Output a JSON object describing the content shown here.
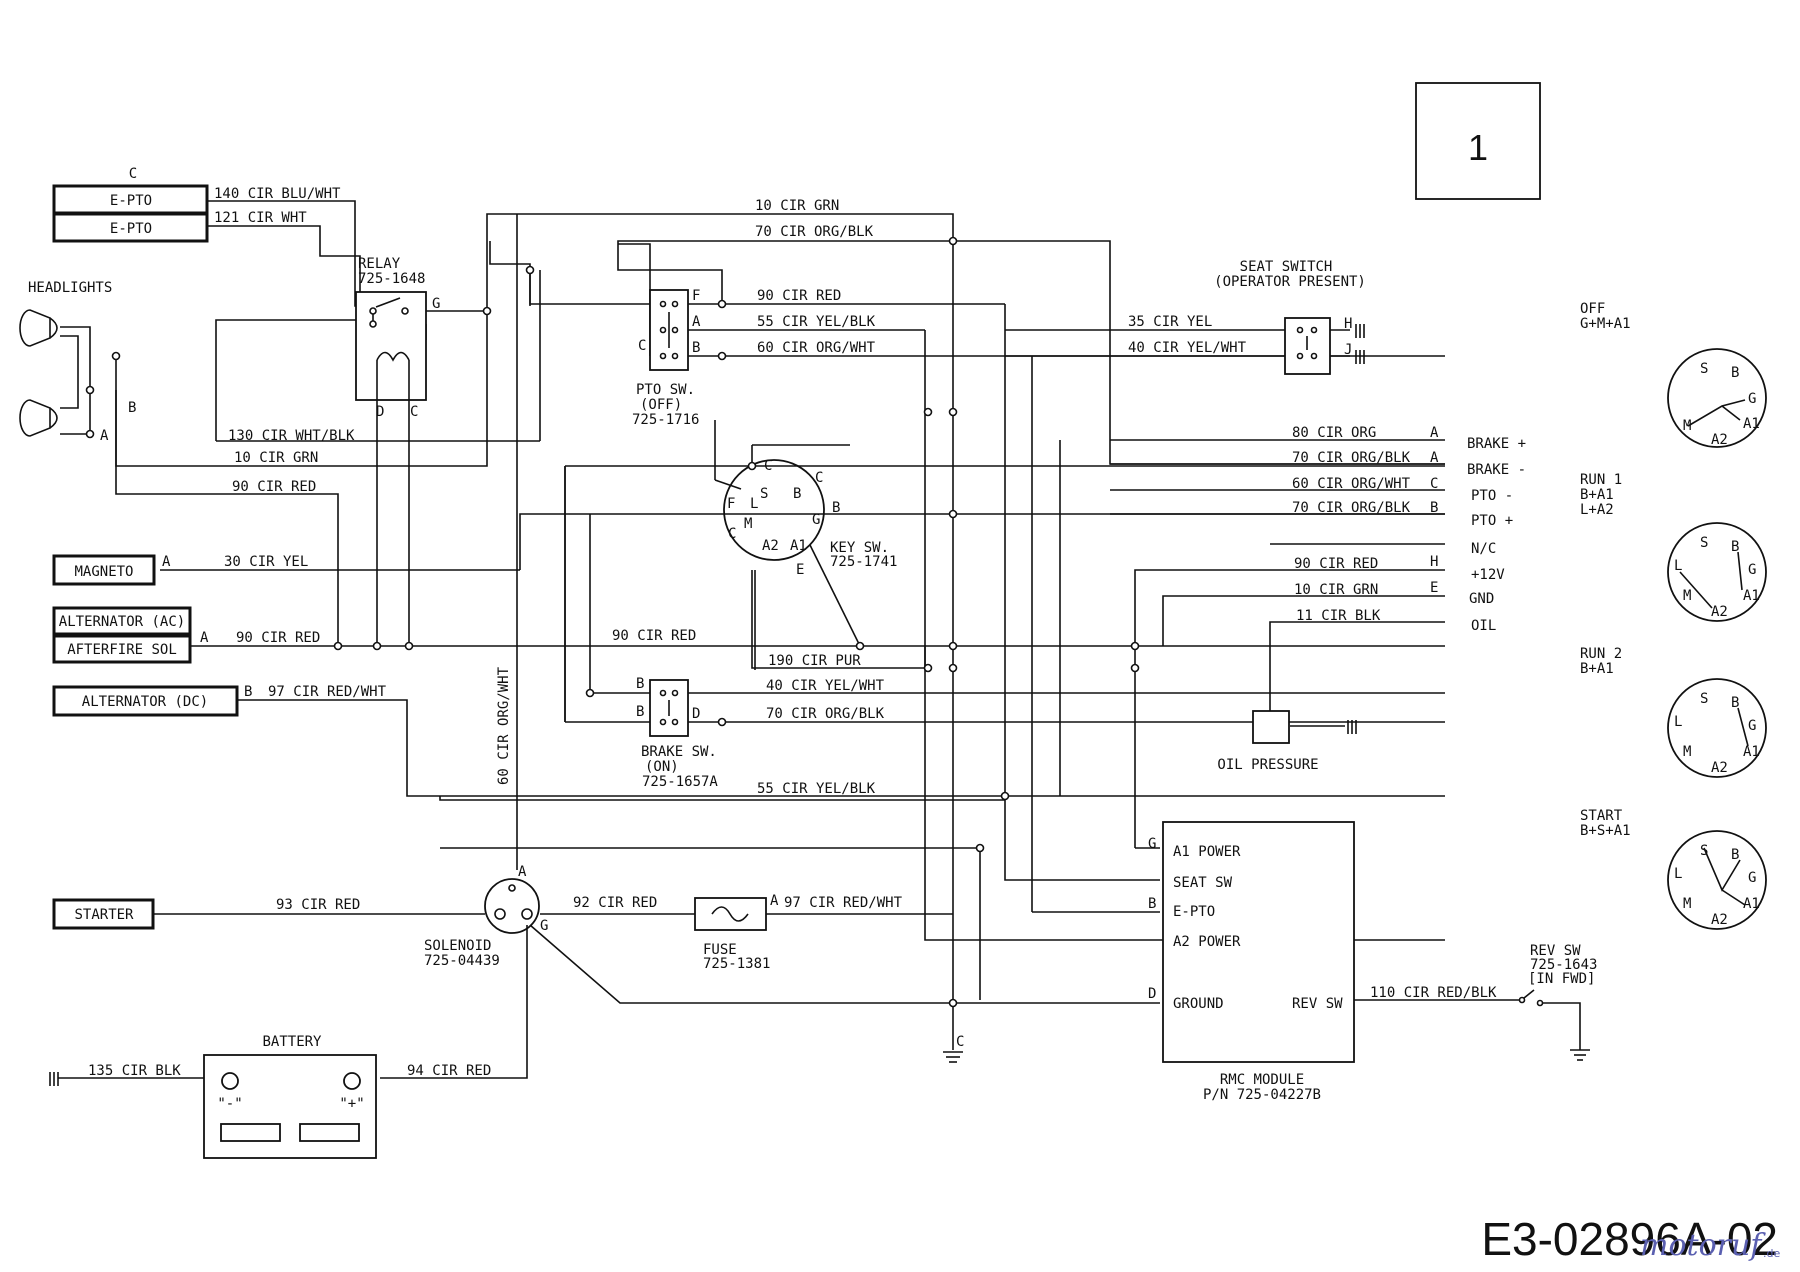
{
  "page_number": "1",
  "drawing_id": "E3-02896A-02",
  "watermark": "motoruf",
  "watermark_suffix": ".de",
  "components": {
    "e_pto_top": "C",
    "e_pto_1": "E-PTO",
    "e_pto_2": "E-PTO",
    "headlights": "HEADLIGHTS",
    "relay_name": "RELAY",
    "relay_pn": "725-1648",
    "magneto": "MAGNETO",
    "alternator_ac": "ALTERNATOR (AC)",
    "afterfire_sol": "AFTERFIRE SOL",
    "alternator_dc": "ALTERNATOR (DC)",
    "starter": "STARTER",
    "battery": "BATTERY",
    "battery_neg": "\"-\"",
    "battery_pos": "\"+\"",
    "solenoid_name": "SOLENOID",
    "solenoid_pn": "725-04439",
    "fuse_name": "FUSE",
    "fuse_pn": "725-1381",
    "pto_sw_name": "PTO SW.",
    "pto_sw_state": "(OFF)",
    "pto_sw_pn": "725-1716",
    "brake_sw_name": "BRAKE SW.",
    "brake_sw_state": "(ON)",
    "brake_sw_pn": "725-1657A",
    "key_sw_name": "KEY SW.",
    "key_sw_pn": "725-1741",
    "seat_switch_name": "SEAT SWITCH",
    "seat_switch_desc": "(OPERATOR PRESENT)",
    "oil_pressure": "OIL PRESSURE",
    "rmc_name": "RMC MODULE",
    "rmc_pn": "P/N 725-04227B",
    "rev_sw_name": "REV SW",
    "rev_sw_pn": "725-1643",
    "rev_sw_state": "[IN FWD]"
  },
  "rmc_terminals": {
    "a1_power": "A1 POWER",
    "seat_sw": "SEAT SW",
    "e_pto": "E-PTO",
    "a2_power": "A2 POWER",
    "ground": "GROUND",
    "rev_sw": "REV SW"
  },
  "connector_signals": [
    "BRAKE +",
    "BRAKE -",
    "PTO -",
    "PTO +",
    "N/C",
    "+12V",
    "GND",
    "OIL"
  ],
  "wires": {
    "w140": "140 CIR BLU/WHT",
    "w121": "121 CIR WHT",
    "w10_top": "10 CIR GRN",
    "w70_top": "70 CIR ORG/BLK",
    "w90_pto": "90 CIR RED",
    "w55_pto": "55 CIR YEL/BLK",
    "w60_pto": "60 CIR ORG/WHT",
    "w35": "35 CIR YEL",
    "w40_seat": "40 CIR YEL/WHT",
    "w130": "130 CIR WHT/BLK",
    "w10_relay": "10 CIR GRN",
    "w90_left": "90 CIR RED",
    "w30": "30 CIR YEL",
    "w90_alt": "90 CIR RED",
    "w90_mid": "90 CIR RED",
    "w190": "190 CIR PUR",
    "w97_alt": "97 CIR RED/WHT",
    "w40_brake": "40 CIR YEL/WHT",
    "w70_brake": "70 CIR ORG/BLK",
    "w60_vert": "60 CIR ORG/WHT",
    "w55_low": "55 CIR YEL/BLK",
    "w93": "93 CIR RED",
    "w92": "92 CIR RED",
    "w97_fuse": "97 CIR RED/WHT",
    "w80": "80 CIR ORG",
    "w70_r1": "70 CIR ORG/BLK",
    "w60_r": "60 CIR ORG/WHT",
    "w70_r2": "70 CIR ORG/BLK",
    "w90_r": "90 CIR RED",
    "w10_r": "10 CIR GRN",
    "w11": "11 CIR BLK",
    "w110": "110 CIR RED/BLK",
    "w135": "135 CIR BLK",
    "w94": "94 CIR RED"
  },
  "pin_letters": {
    "a": "A",
    "b": "B",
    "c": "C",
    "d": "D",
    "e": "E",
    "f": "F",
    "g": "G",
    "h": "H",
    "j": "J",
    "s": "S",
    "m": "M",
    "l": "L",
    "a1": "A1",
    "a2": "A2"
  },
  "key_positions": [
    {
      "name": "OFF",
      "combo": "G+M+A1",
      "combo2": ""
    },
    {
      "name": "RUN 1",
      "combo": "B+A1",
      "combo2": "L+A2"
    },
    {
      "name": "RUN 2",
      "combo": "B+A1",
      "combo2": ""
    },
    {
      "name": "START",
      "combo": "B+S+A1",
      "combo2": ""
    }
  ]
}
